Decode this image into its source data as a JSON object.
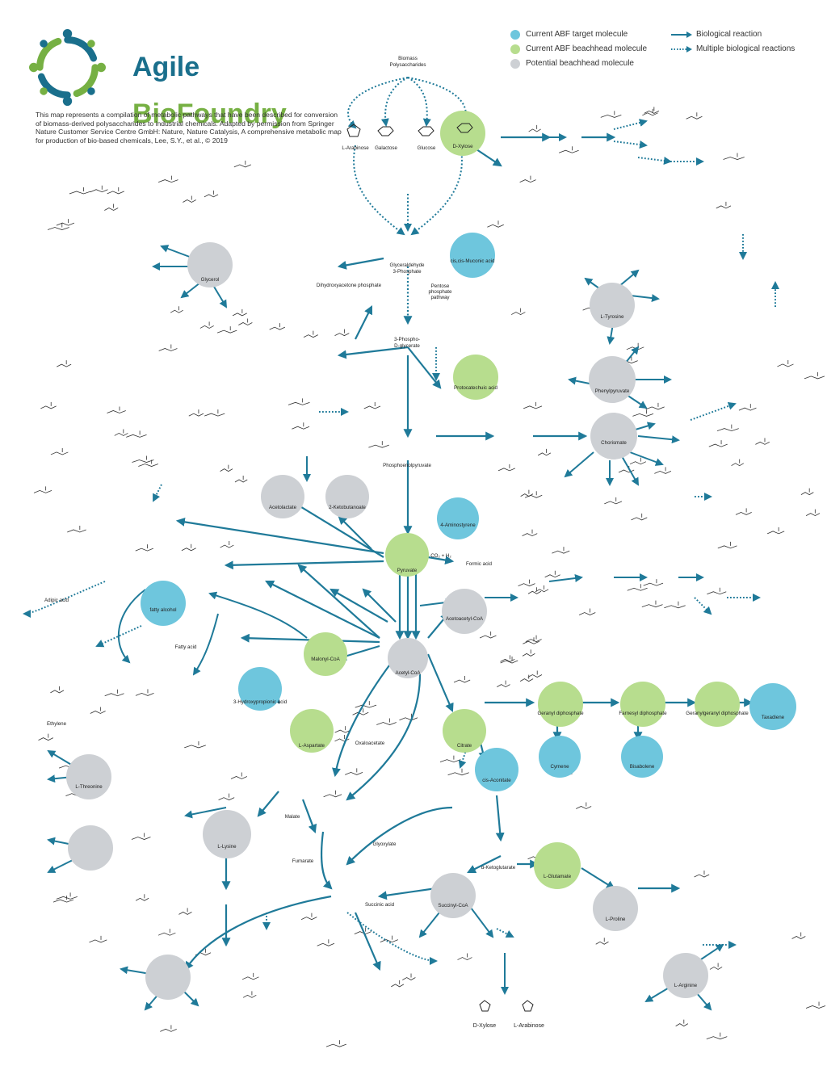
{
  "brand": {
    "name_line1": "Agile",
    "name_line2": "BioFoundry",
    "color_blue": "#1a6f8c",
    "color_green": "#76b043"
  },
  "intro_text": "This map represents a compilation of metabolic pathways that have been described for conversion of biomass-derived polysaccharides to industrial chemicals. Adapted by permission from Springer Nature Customer Service Centre GmbH: Nature, Nature Catalysis, A comprehensive metabolic map for production of bio-based chemicals, Lee, S.Y., et al., © 2019",
  "legend": {
    "target": "Current ABF target molecule",
    "beachhead": "Current ABF beachhead molecule",
    "potential": "Potential beachhead molecule",
    "reaction": "Biological reaction",
    "multiple": "Multiple biological reactions",
    "target_color": "#6ec6dd",
    "beachhead_color": "#b7dd8e",
    "potential_color": "#cdd0d4",
    "arrow_color": "#1f7a99"
  },
  "header_labels": {
    "biomass_line1": "Biomass",
    "biomass_line2": "Polysaccharides",
    "larabinose": "L-Arabinose",
    "galactose": "Galactose",
    "glucose": "Glucose",
    "dxylose": "D-Xylose",
    "g3p_line1": "Glyceraldehyde",
    "g3p_line2": "3-Phosphate",
    "dhap": "Dihydroxyacetone phosphate",
    "glycerol": "Glycerol",
    "pyruvate": "Pyruvate",
    "acetylcoa": "Acetyl-CoA",
    "acetoacetylcoa": "Acetoacetyl-CoA",
    "malonylcoa": "Malonyl-CoA",
    "citrate": "Citrate",
    "aspartate": "L-Aspartate",
    "lysine": "L-Lysine",
    "malate": "Malate",
    "fumarate": "Fumarate",
    "oxaloacetate": "Oxaloacetate",
    "glyoxylate": "Glyoxylate",
    "akg": "α-Ketoglutarate",
    "succinylcoa": "Succinyl-CoA",
    "succinate": "Succinic acid",
    "glutamate": "L-Glutamate",
    "arginine": "L-Arginine",
    "proline": "L-Proline",
    "tyrosine": "L-Tyrosine",
    "phenylpyruvate": "Phenylpyruvate",
    "chorismate": "Chorismate",
    "protocatechuic": "Protocatechuic acid",
    "muconic": "cis,cis-Muconic acid",
    "pep": "Phosphoenolpyruvate",
    "acetolactate": "Acetolactate",
    "ketobutanoate": "2-Ketobutanoate",
    "hexadecanol": "fatty alcohol",
    "oleate": "Fatty acid",
    "hydroxypropionic": "3-Hydroxypropionic acid",
    "aspartate_semi": "L-Threonine",
    "ethylene": "Ethylene",
    "itaconic": "cis-Aconitate",
    "gpp": "Geranyl diphosphate",
    "fpp": "Farnesyl diphosphate",
    "ggpp": "Geranylgeranyl diphosphate",
    "taxadiene": "Taxadiene",
    "cymene": "Cymene",
    "bisabolene": "Bisabolene",
    "aminostyrene": "4-Aminostyrene",
    "adipic": "Adipic acid",
    "dxylose_bottom": "D-Xylose",
    "larabinose_bottom": "L-Arabinose",
    "co2h2": "CO₂ + H₂",
    "formic": "Formic acid",
    "pentose_line1": "Pentose",
    "pentose_line2": "phosphate",
    "pentose_line3": "pathway",
    "pg3_line1": "3-Phospho-",
    "pg3_line2": "D-glycerate"
  }
}
